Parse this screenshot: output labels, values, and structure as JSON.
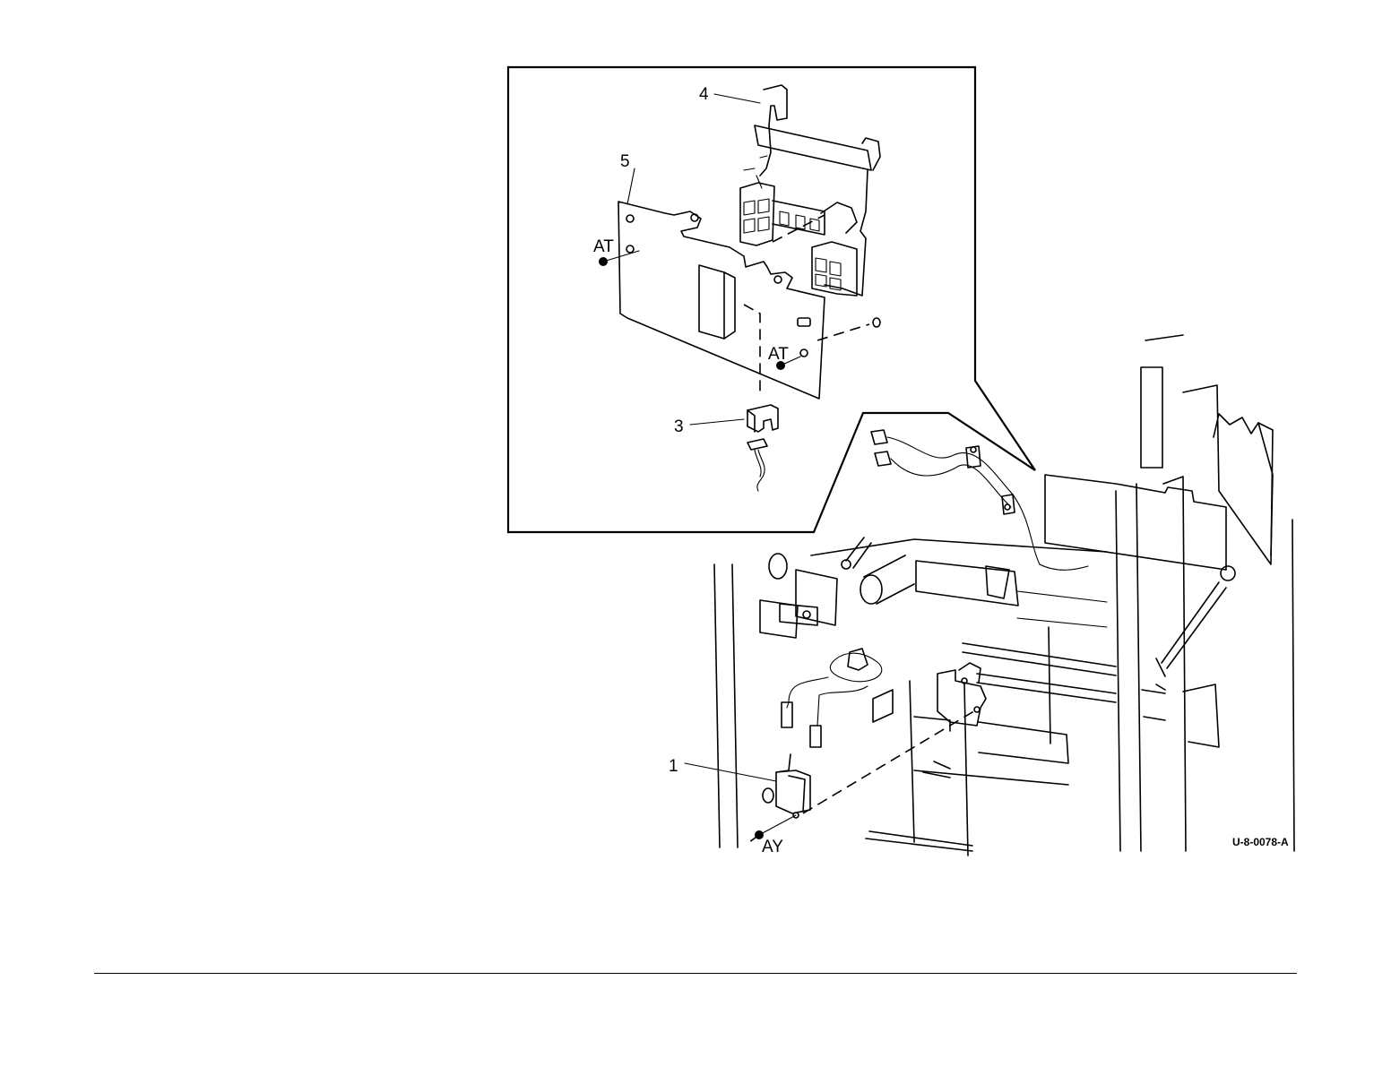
{
  "callouts": {
    "item_4": "4",
    "item_5": "5",
    "item_3": "3",
    "item_1": "1",
    "screw_at_left": "AT",
    "screw_at_right": "AT",
    "screw_ay": "AY"
  },
  "figure_code": "U-8-0078-A"
}
